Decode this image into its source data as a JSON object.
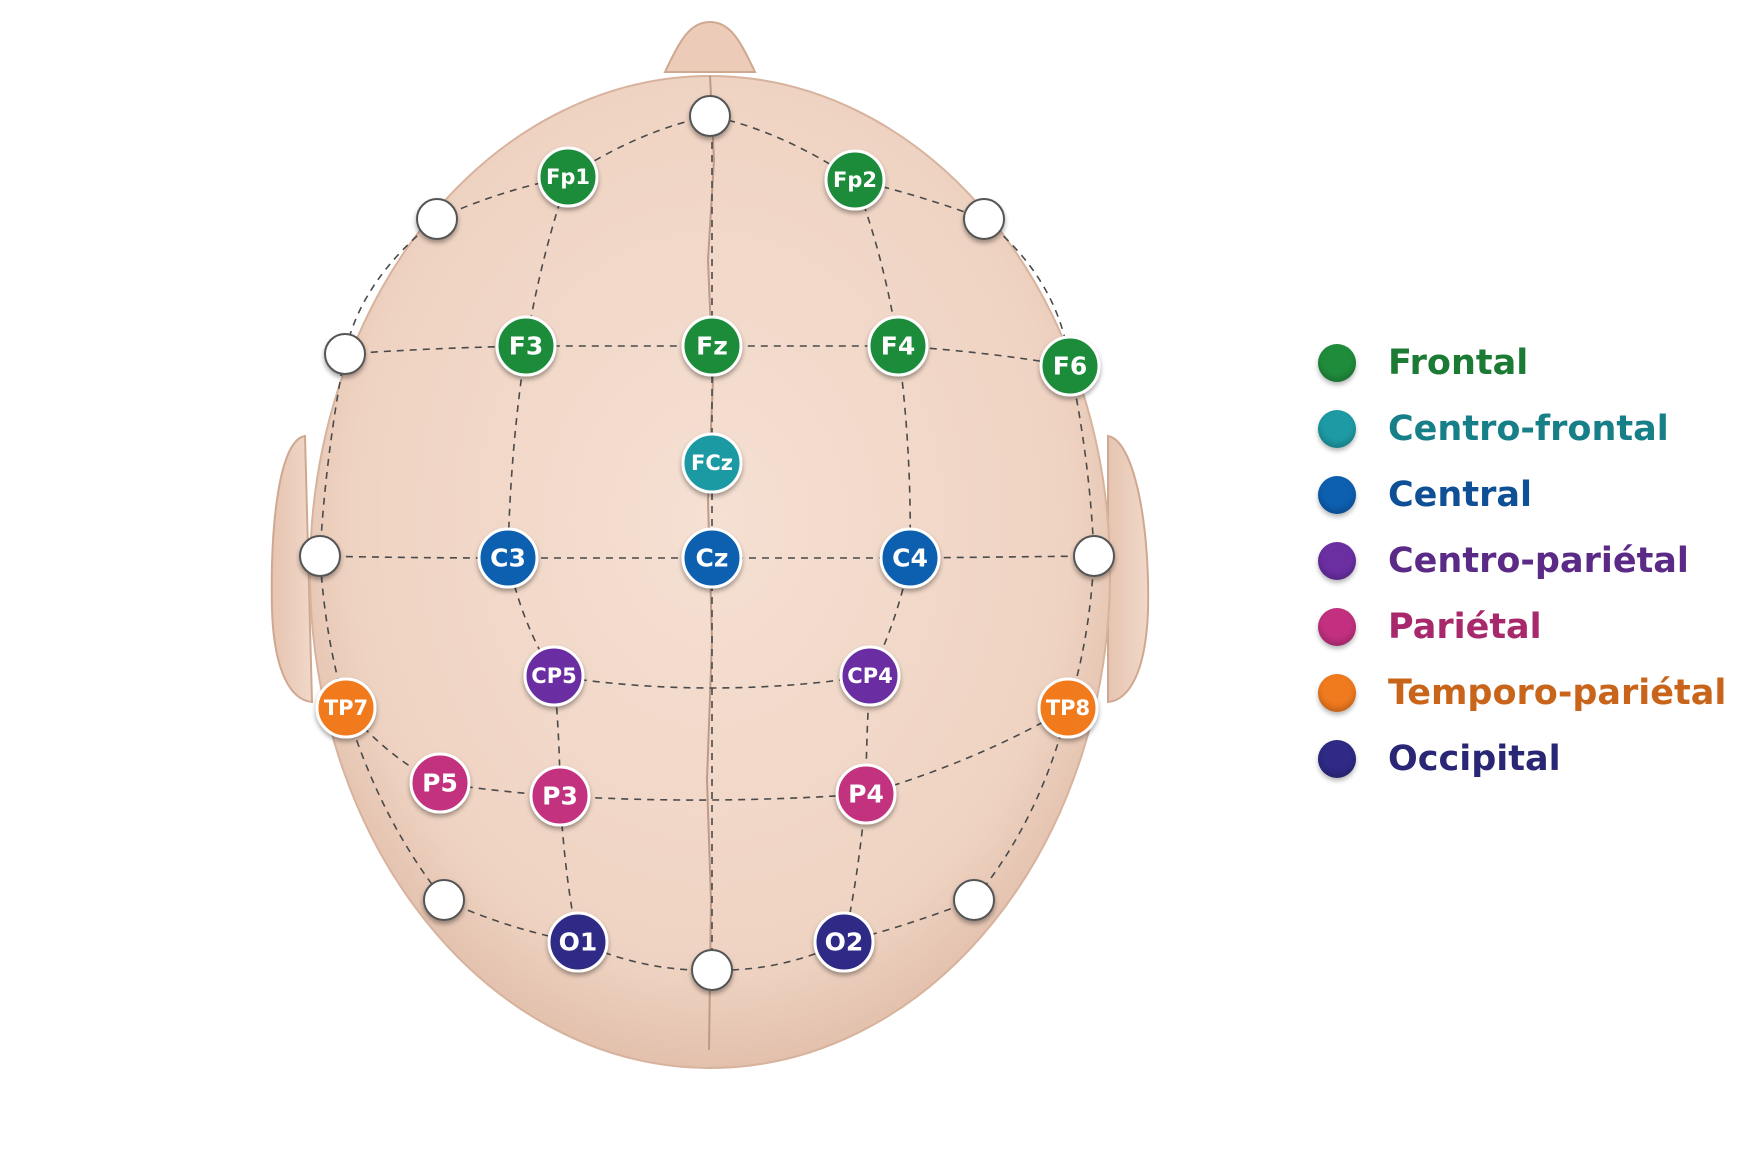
{
  "colors": {
    "frontal": "#1f8c3b",
    "centro_frontal": "#1d9aa4",
    "central": "#0d5fb0",
    "centro_parietal": "#6b2fa2",
    "parietal": "#c2307f",
    "temporo_parietal": "#f07a1e",
    "occipital": "#2e2a85",
    "scalp": "#f2d8c8",
    "scalp_edge": "#d9b7a3"
  },
  "electrodes": [
    {
      "label": "Fp1",
      "group": "frontal"
    },
    {
      "label": "Fp2",
      "group": "frontal"
    },
    {
      "label": "F3",
      "group": "frontal"
    },
    {
      "label": "Fz",
      "group": "frontal"
    },
    {
      "label": "F4",
      "group": "frontal"
    },
    {
      "label": "F6",
      "group": "frontal"
    },
    {
      "label": "FCz",
      "group": "centro_frontal"
    },
    {
      "label": "C3",
      "group": "central"
    },
    {
      "label": "Cz",
      "group": "central"
    },
    {
      "label": "C4",
      "group": "central"
    },
    {
      "label": "CP5",
      "group": "centro_parietal"
    },
    {
      "label": "CP4",
      "group": "centro_parietal"
    },
    {
      "label": "TP7",
      "group": "temporo_parietal"
    },
    {
      "label": "TP8",
      "group": "temporo_parietal"
    },
    {
      "label": "P5",
      "group": "parietal"
    },
    {
      "label": "P3",
      "group": "parietal"
    },
    {
      "label": "P4",
      "group": "parietal"
    },
    {
      "label": "O1",
      "group": "occipital"
    },
    {
      "label": "O2",
      "group": "occipital"
    }
  ],
  "legend": [
    {
      "label": "Frontal",
      "color": "#1f8c3b",
      "text_color": "#1b7a33"
    },
    {
      "label": "Centro-frontal",
      "color": "#1d9aa4",
      "text_color": "#177f88"
    },
    {
      "label": "Central",
      "color": "#0d5fb0",
      "text_color": "#0f4f95"
    },
    {
      "label": "Centro-pariétal",
      "color": "#6b2fa2",
      "text_color": "#5a2a86"
    },
    {
      "label": "Pariétal",
      "color": "#c2307f",
      "text_color": "#a8286c"
    },
    {
      "label": "Temporo-pariétal",
      "color": "#f07a1e",
      "text_color": "#c8651a"
    },
    {
      "label": "Occipital",
      "color": "#2e2a85",
      "text_color": "#2a2676"
    }
  ]
}
